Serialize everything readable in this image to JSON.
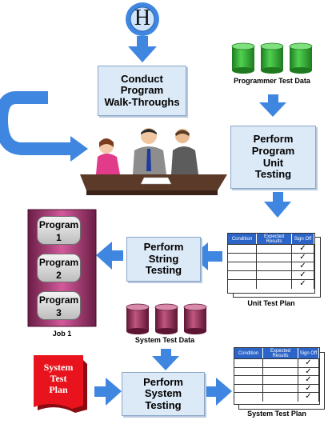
{
  "start_connector": "H",
  "steps": {
    "walkthrough": "Conduct\nProgram\nWalk-Throughs",
    "unit_testing": "Perform\nProgram\nUnit\nTesting",
    "string_testing": "Perform\nString\nTesting",
    "system_testing": "Perform\nSystem\nTesting"
  },
  "data_stores": {
    "programmer_test_data": "Programmer Test Data",
    "system_test_data": "System Test Data"
  },
  "job": {
    "label": "Job 1",
    "programs": [
      "Program\n1",
      "Program\n2",
      "Program\n3"
    ]
  },
  "unit_test_plan": {
    "caption": "Unit Test Plan",
    "headers": [
      "Condition",
      "Expected Results",
      "Sign Off"
    ],
    "check_mark": "✓"
  },
  "system_test_plan": {
    "caption": "System Test Plan",
    "headers": [
      "Condition",
      "Expected Results",
      "Sign Off"
    ],
    "check_mark": "✓"
  },
  "system_test_plan_doc": "System\nTest\nPlan",
  "colors": {
    "arrow": "#3f86e0",
    "process_fill": "#dce9f7",
    "cylinder_green": "#33a833",
    "cylinder_maroon": "#8a2a52",
    "job_panel": "#b5407e",
    "plan_header": "#2c64c8",
    "document_red": "#e8131c"
  }
}
